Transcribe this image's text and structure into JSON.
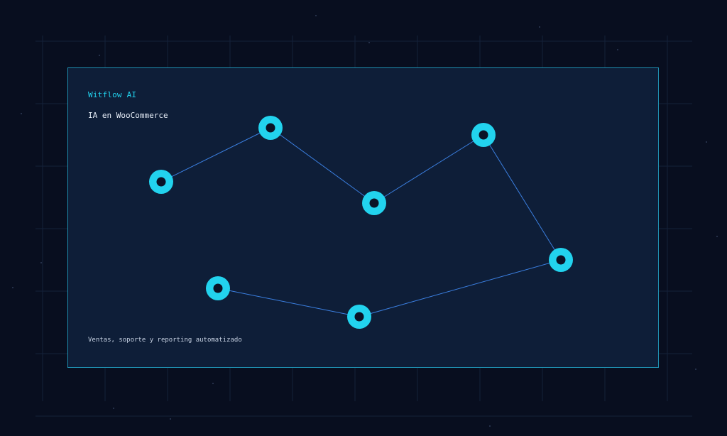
{
  "brand": "Witflow AI",
  "headline": "IA en WooCommerce",
  "tagline": "Ventas, soporte y reporting automatizado",
  "colors": {
    "background": "#080e1f",
    "panel": "#0e1e38",
    "panel_border": "#1f8fb0",
    "accent": "#22d3ee",
    "edge": "#3b7fe0",
    "node_core": "#0b1326"
  },
  "diagram": {
    "nodes": [
      "n1",
      "n2",
      "n3",
      "n4",
      "n5",
      "n6",
      "n7"
    ],
    "edges": [
      [
        "n1",
        "n2"
      ],
      [
        "n2",
        "n3"
      ],
      [
        "n3",
        "n4"
      ],
      [
        "n4",
        "n5"
      ],
      [
        "n5",
        "n6"
      ],
      [
        "n6",
        "n7"
      ]
    ]
  }
}
